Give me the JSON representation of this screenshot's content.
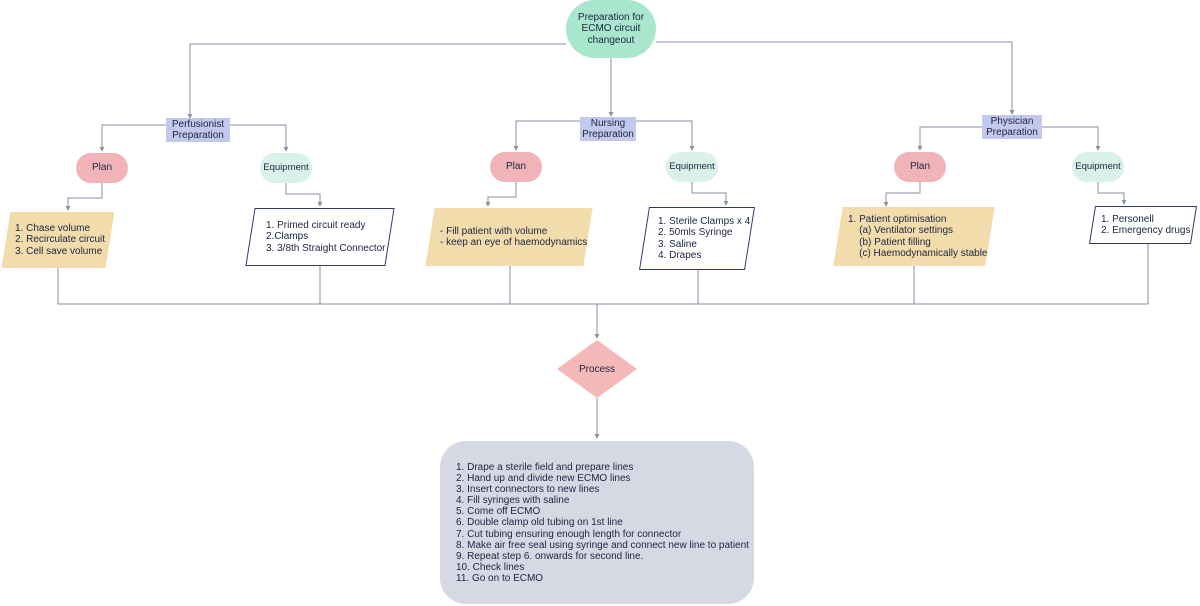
{
  "root": {
    "label": "Preparation for ECMO circuit changeout"
  },
  "branches": [
    {
      "prep": "Perfusionist Preparation",
      "plan_label": "Plan",
      "equipment_label": "Equipment",
      "plan_items": [
        "1. Chase volume",
        "2. Recirculate circuit",
        "3. Cell save volume"
      ],
      "equipment_items": [
        "1. Primed circuit ready",
        "2.Clamps",
        "3. 3/8th Straight Connector"
      ]
    },
    {
      "prep": "Nursing Preparation",
      "plan_label": "Plan",
      "equipment_label": "Equipment",
      "plan_items": [
        "- Fill patient with volume",
        "- keep an eye of haemodynamics"
      ],
      "equipment_items": [
        "1. Sterile Clamps x 4",
        "2. 50mls Syringe",
        "3. Saline",
        "4. Drapes"
      ]
    },
    {
      "prep": "Physician Preparation",
      "plan_label": "Plan",
      "equipment_label": "Equipment",
      "plan_items": [
        "1. Patient optimisation",
        "    (a) Ventilator settings",
        "    (b) Patient filling",
        "    (c) Haemodynamically stable"
      ],
      "equipment_items": [
        "1. Personell",
        "2. Emergency drugs"
      ]
    }
  ],
  "process": {
    "label": "Process"
  },
  "steps": [
    "1. Drape a sterile field and prepare lines",
    "2. Hand up and divide new ECMO lines",
    "3. Insert connectors to new lines",
    "4. Fill syringes with saline",
    "5. Come off ECMO",
    "6. Double clamp old tubing on 1st line",
    "7. Cut tubing ensuring enough length for connector",
    "8. Make air free seal using syringe and connect new line to patient",
    "9. Repeat step 6. onwards for second line.",
    "10. Check lines",
    "11. Go on to ECMO"
  ],
  "colors": {
    "root": "#a8e6cd",
    "prep": "#c3c9ec",
    "plan": "#f0b4b8",
    "equipment": "#daf1ea",
    "plan_box": "#f2dcac",
    "process": "#f4b8b8",
    "final": "#d6d9e4",
    "connector": "#8a8fa3"
  }
}
